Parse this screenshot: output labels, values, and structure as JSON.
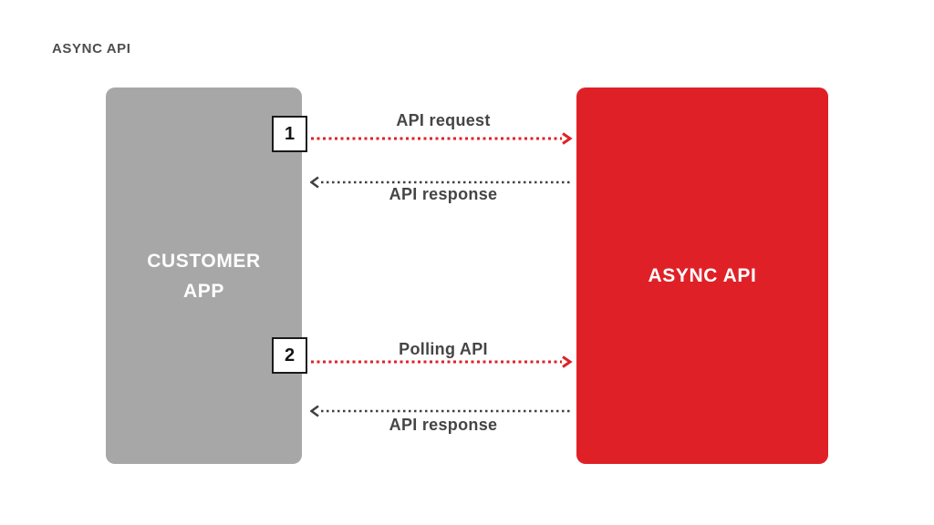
{
  "title": "ASYNC API",
  "colors": {
    "background": "#ffffff",
    "customer_box": "#a7a7a7",
    "api_box": "#df2127",
    "arrow_red": "#df2127",
    "arrow_dark": "#414042",
    "title_text": "#4d4d4d",
    "label_text": "#454547",
    "box_text": "#ffffff",
    "step_text": "#141414",
    "step_border": "#1a1a1a"
  },
  "customer_box": {
    "line1": "CUSTOMER",
    "line2": "APP"
  },
  "api_box": {
    "label": "ASYNC API"
  },
  "flows": [
    {
      "step": "1",
      "label": "API request",
      "direction": "right",
      "style": "red-dotted"
    },
    {
      "label": "API response",
      "direction": "left",
      "style": "dark-dotted"
    },
    {
      "step": "2",
      "label": "Polling API",
      "direction": "right",
      "style": "red-dotted"
    },
    {
      "label": "API response",
      "direction": "left",
      "style": "dark-dotted"
    }
  ]
}
